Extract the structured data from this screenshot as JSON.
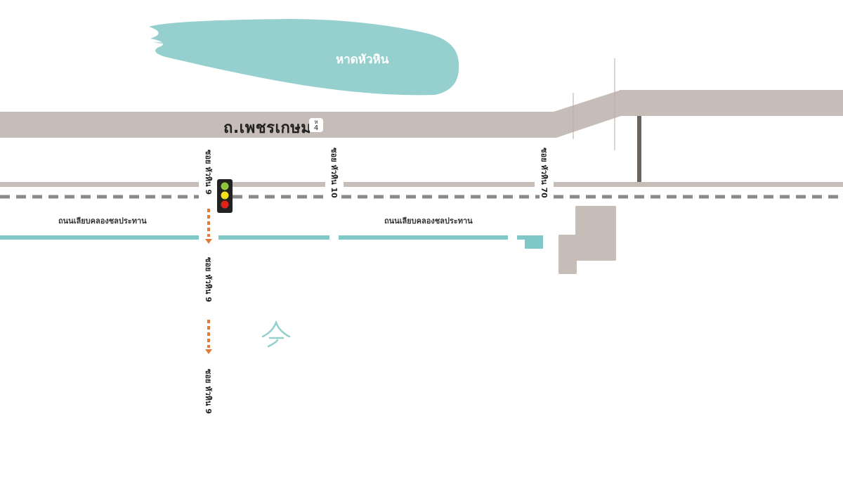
{
  "map": {
    "beach_label": "หาดหัวหิน",
    "highway": {
      "name": "ถ.เพชรเกษม",
      "route_symbol": "ห",
      "route_number": "4"
    },
    "canal_road_labels": [
      "ถนนเลียบคลองชลประทาน",
      "ถนนเลียบคลองชลประทาน"
    ],
    "soi_labels": {
      "soi_9_north": "ซอย หัวหิน 9",
      "soi_10": "ซอย หัวหิน 10",
      "soi_70": "ซอย หัวหิน 70",
      "soi_9_middle": "ซอย หัวหิน 9",
      "soi_9_south": "ซอย หัวหิน 9"
    },
    "traffic_light_colors": [
      "#8dc63f",
      "#f7e11a",
      "#e2231a"
    ],
    "landmark_icon": "temple-roof-icon",
    "colors": {
      "sea": "#95d0cf",
      "road": "#c7bdb8",
      "canal": "#7ec8c8",
      "rail_dash": "#8a8a8a",
      "route_arrow": "#e07b39",
      "building": "#c7bdb8",
      "pole": "#6b6560"
    }
  }
}
